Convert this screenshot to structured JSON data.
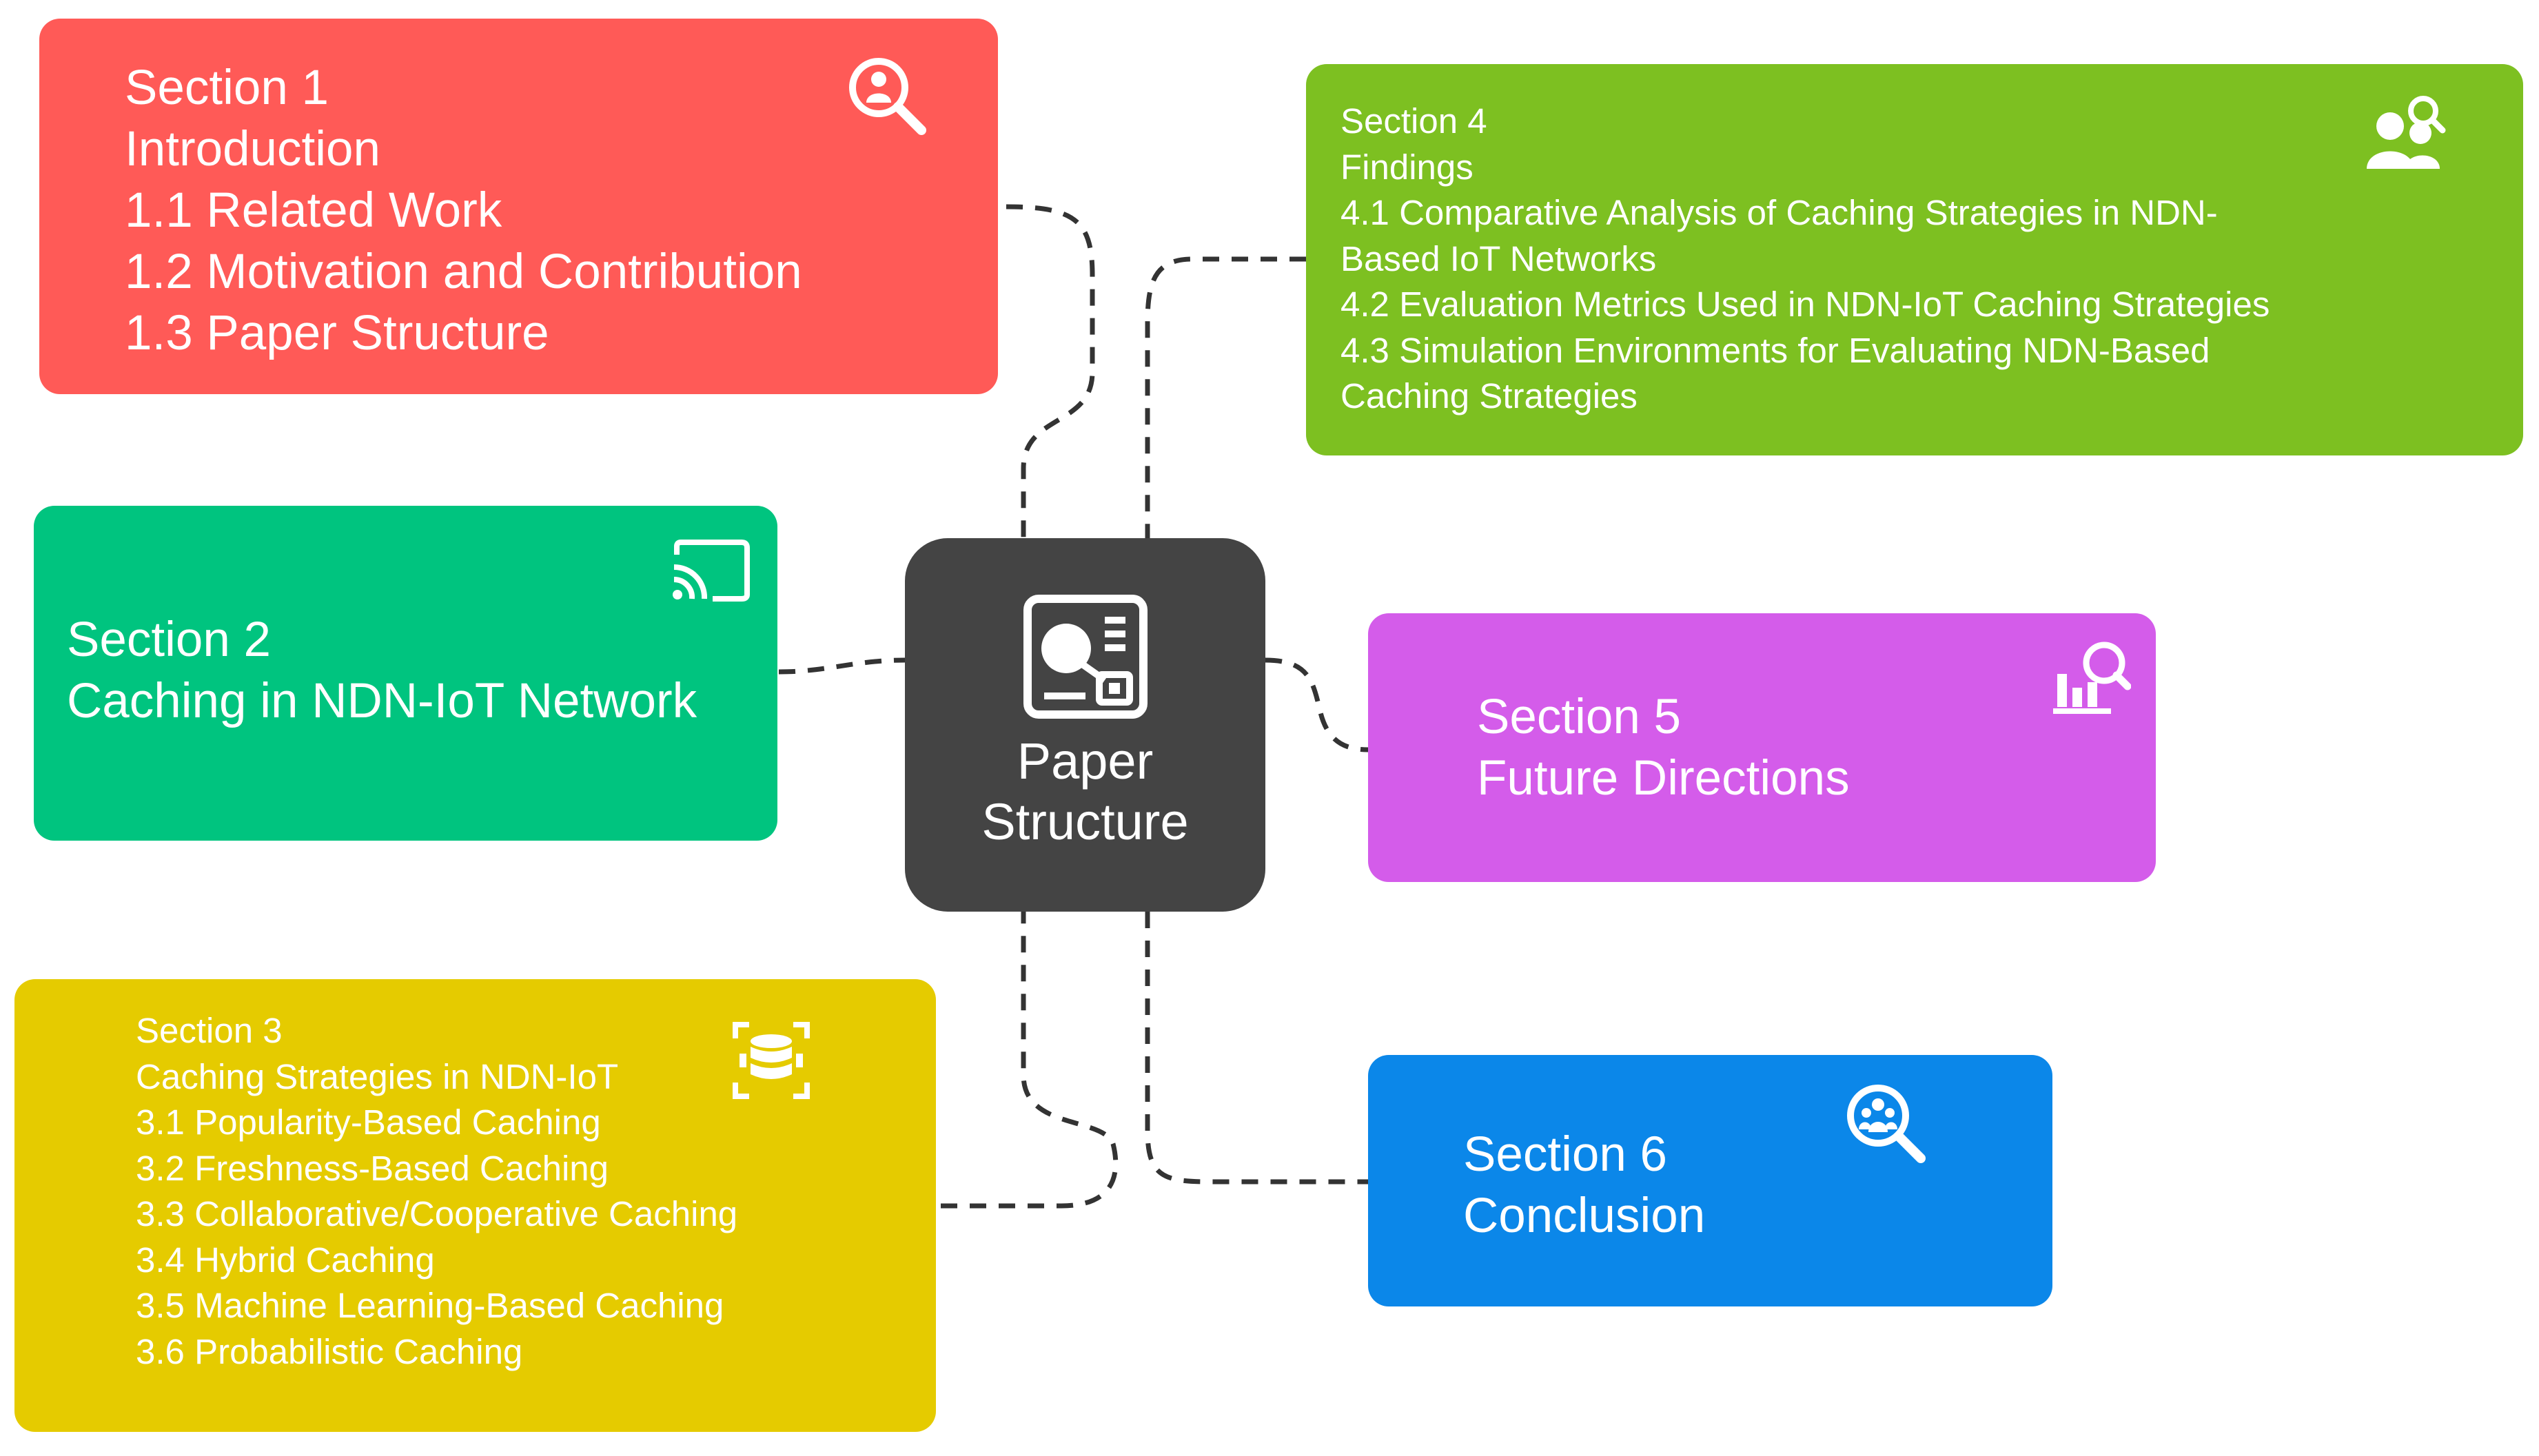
{
  "colors": {
    "connector": "#333333",
    "center": "#444444",
    "section1": "#ff5a57",
    "section2": "#00c47f",
    "section3": "#e5cb00",
    "section4": "#7dc021",
    "section5": "#d45cea",
    "section6": "#0b87e9"
  },
  "center": {
    "title_line1": "Paper",
    "title_line2": "Structure",
    "icon": "dashboard-icon"
  },
  "section1": {
    "icon": "search-user-icon",
    "lines": [
      "Section 1",
      "Introduction",
      "1.1 Related Work",
      "1.2 Motivation and Contribution",
      "1.3 Paper Structure"
    ]
  },
  "section2": {
    "icon": "cast-icon",
    "lines": [
      "Section 2",
      "Caching in NDN-IoT Network"
    ]
  },
  "section3": {
    "icon": "database-icon",
    "lines": [
      "Section 3",
      "Caching Strategies in NDN-IoT",
      "3.1 Popularity-Based Caching",
      "3.2 Freshness-Based Caching",
      "3.3 Collaborative/Cooperative Caching",
      "3.4 Hybrid Caching",
      "3.5 Machine Learning-Based Caching",
      "3.6 Probabilistic Caching"
    ]
  },
  "section4": {
    "icon": "user-search-icon",
    "lines": [
      "Section 4",
      "Findings",
      "4.1 Comparative Analysis of Caching Strategies in NDN-",
      "Based IoT Networks",
      "4.2 Evaluation Metrics Used in NDN-IoT Caching Strategies",
      "4.3 Simulation Environments for Evaluating NDN-Based",
      "Caching Strategies"
    ]
  },
  "section5": {
    "icon": "chart-search-icon",
    "lines": [
      "Section 5",
      "Future Directions"
    ]
  },
  "section6": {
    "icon": "magnifier-people-icon",
    "lines": [
      "Section 6",
      "Conclusion"
    ]
  }
}
